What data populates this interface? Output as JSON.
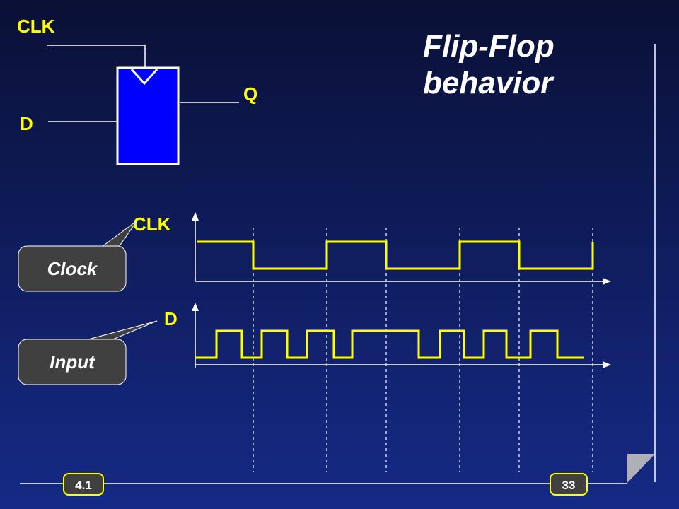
{
  "slide": {
    "title_line1": "Flip-Flop",
    "title_line2": "behavior",
    "section_number": "4.1",
    "page_number": "33"
  },
  "flipflop": {
    "clk_label": "CLK",
    "d_label": "D",
    "q_label": "Q"
  },
  "timing": {
    "clk_label": "CLK",
    "d_label": "D",
    "clock_callout": "Clock",
    "input_callout": "Input"
  },
  "colors": {
    "background_top": "#0a1036",
    "background_bottom": "#152a86",
    "signal": "#ffff00",
    "flipflop_fill": "#0000ff",
    "callout_fill": "#404040"
  }
}
